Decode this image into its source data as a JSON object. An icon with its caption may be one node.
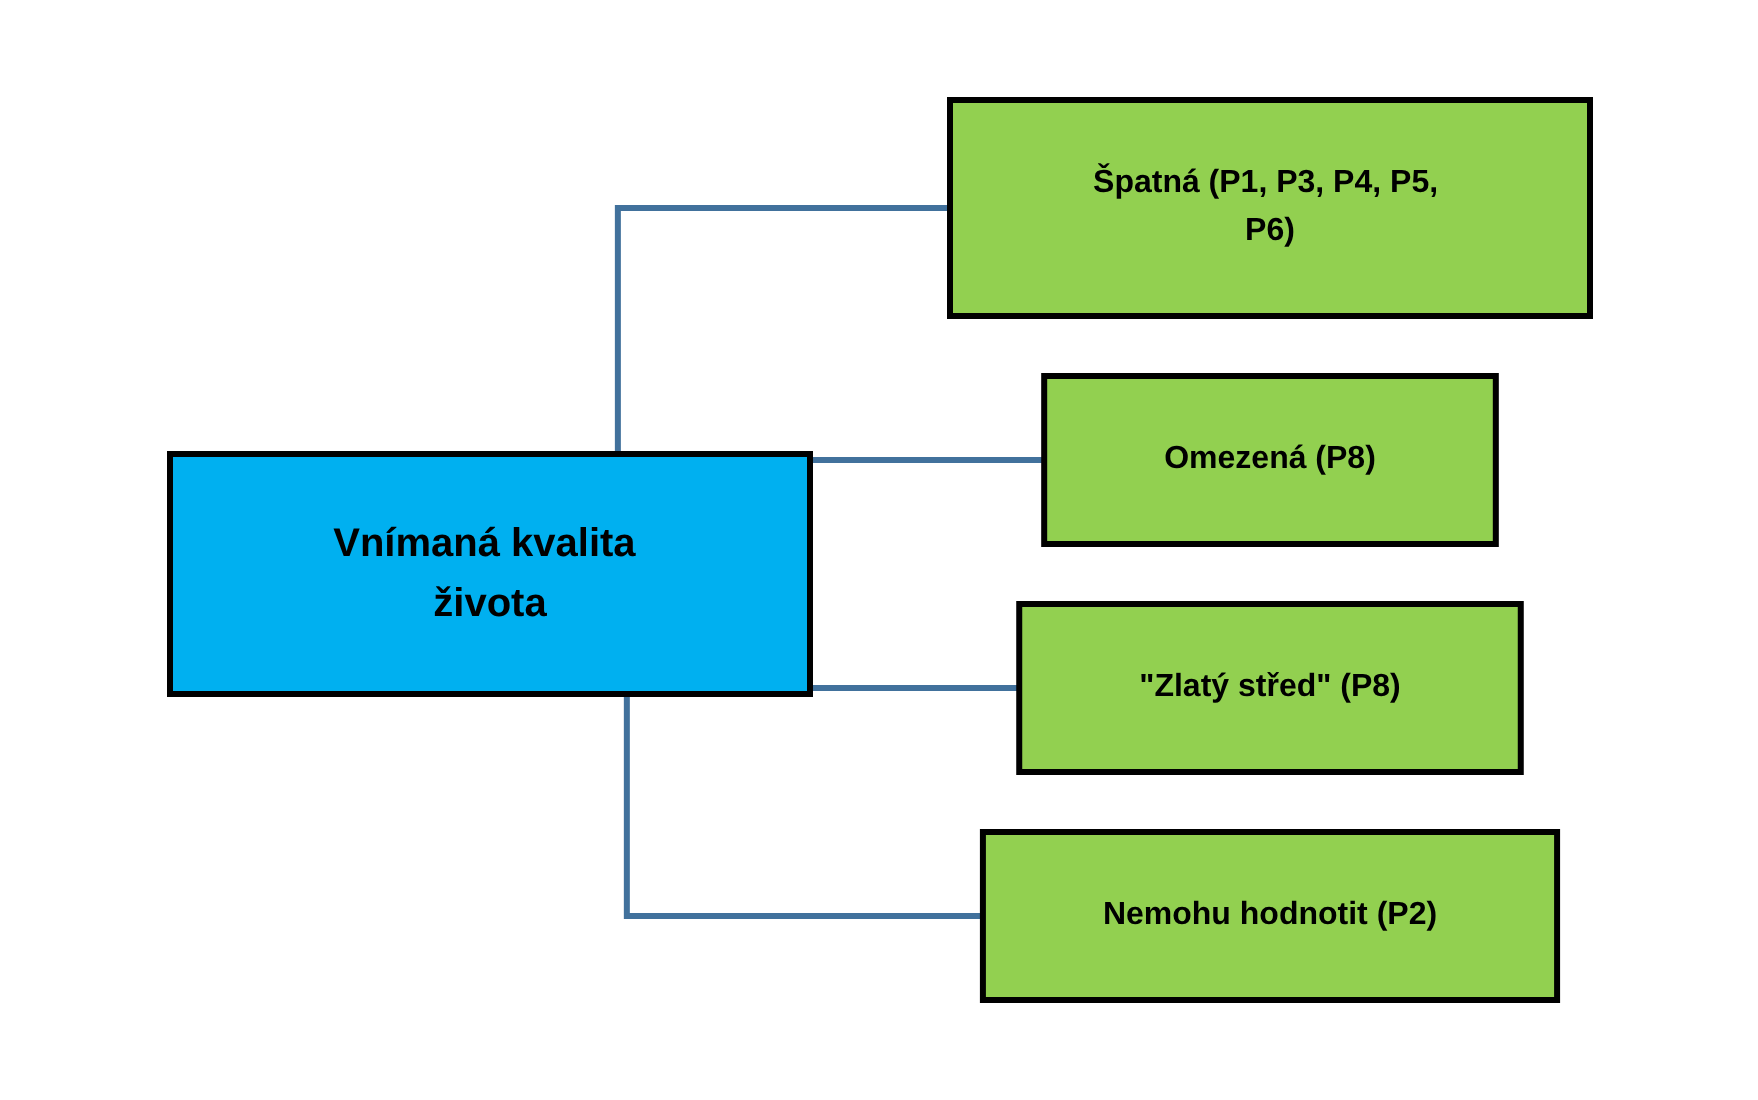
{
  "diagram": {
    "nodes": [
      {
        "text": [
          "Vnímaná kvalita života"
        ]
      },
      {
        "text": [
          "Špatná (P1, P3, P4, P5, P6)"
        ]
      },
      {
        "text": [
          "Omezená (P8)"
        ]
      },
      {
        "text": [
          "\"Zlatý střed\" (P8)"
        ]
      },
      {
        "text": [
          "Nemohu hodnotit (P2)"
        ]
      }
    ],
    "edges": [
      {
        "from": 0,
        "to": 1,
        "arrow": "none"
      },
      {
        "from": 0,
        "to": 2,
        "arrow": "none"
      },
      {
        "from": 0,
        "to": 3,
        "arrow": "none"
      },
      {
        "from": 0,
        "to": 4,
        "arrow": "none"
      }
    ]
  }
}
